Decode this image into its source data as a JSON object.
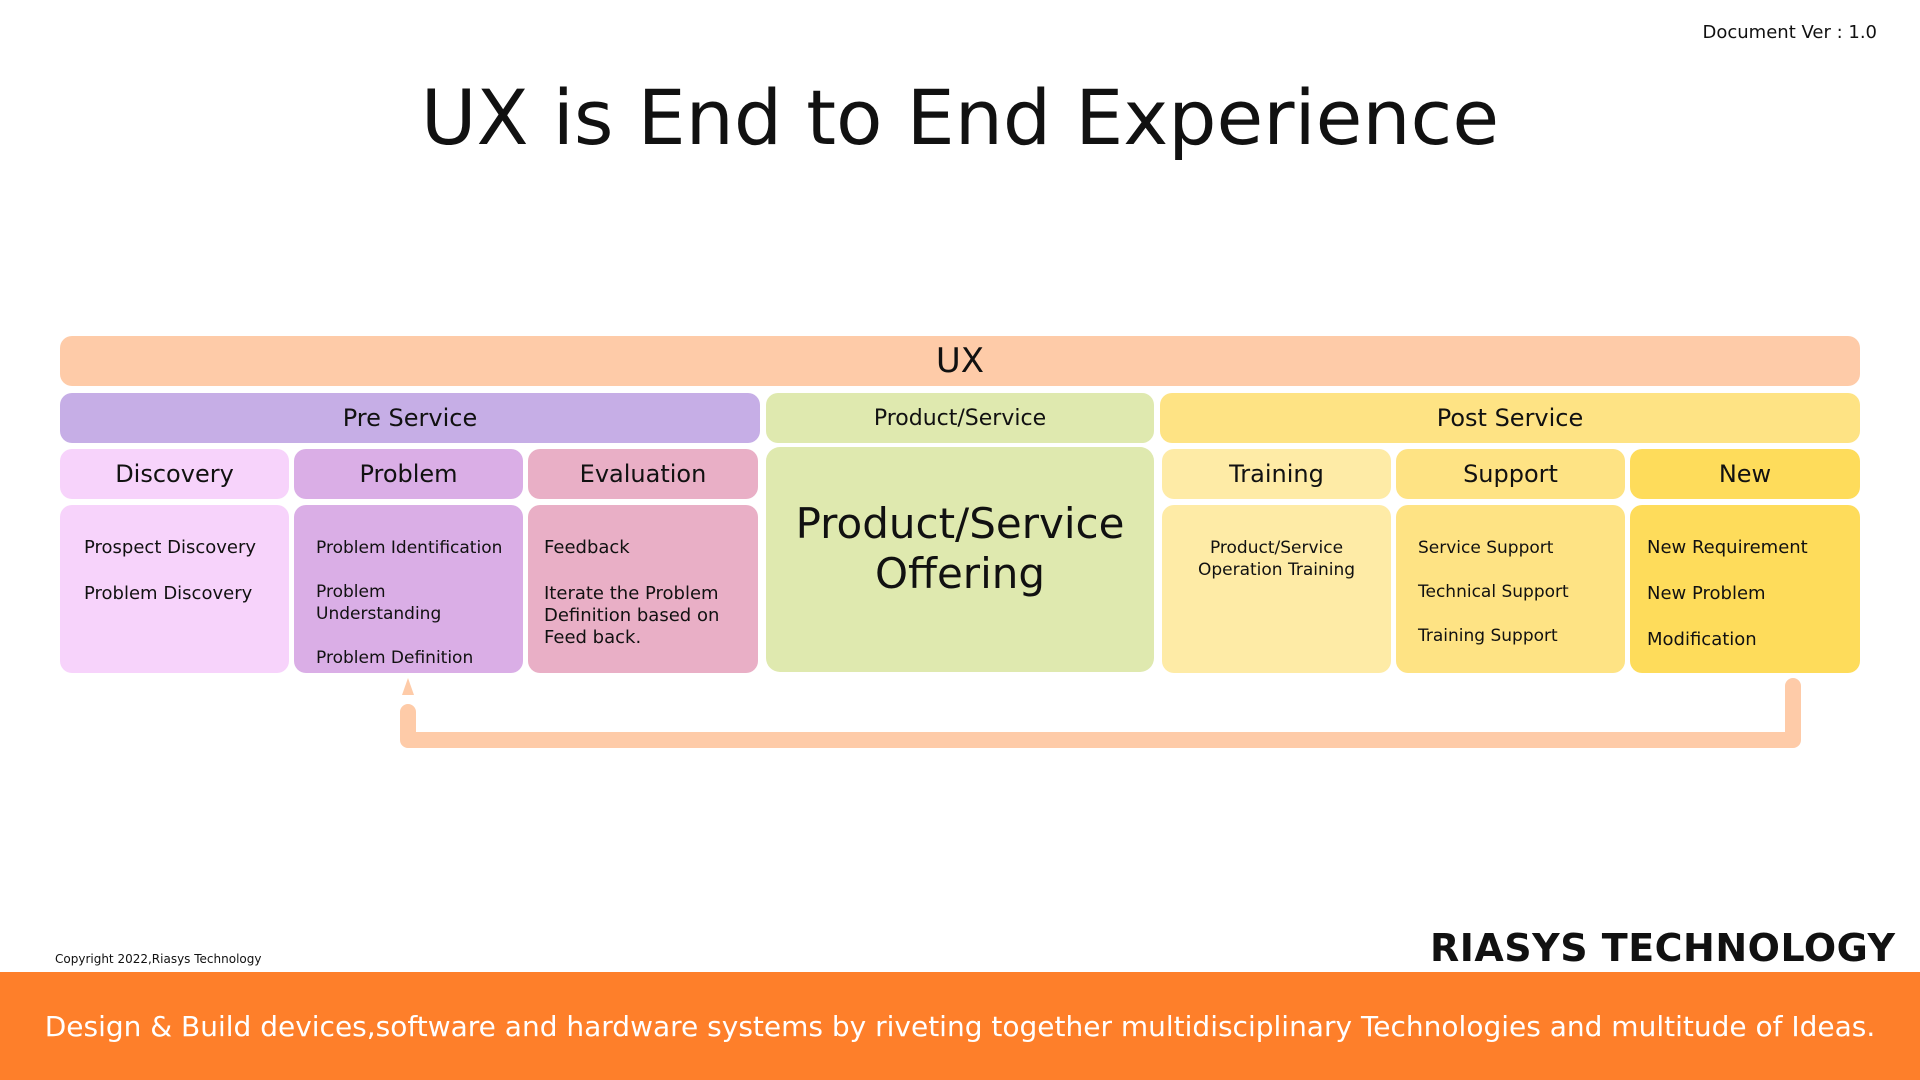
{
  "header": {
    "doc_version": "Document Ver : 1.0",
    "title": "UX is End to End Experience"
  },
  "diagram": {
    "top_bar": "UX",
    "phases": {
      "pre_service": "Pre Service",
      "product_service": "Product/Service",
      "post_service": "Post Service"
    },
    "stages": {
      "discovery": "Discovery",
      "problem": "Problem",
      "evaluation": "Evaluation",
      "training": "Training",
      "support": "Support",
      "new": "New"
    },
    "details": {
      "discovery": [
        "Prospect Discovery",
        "Problem Discovery"
      ],
      "problem": [
        "Problem Identification",
        "Problem Understanding",
        "Problem Definition"
      ],
      "evaluation": [
        "Feedback",
        "Iterate the Problem Definition based on Feed back."
      ],
      "training": [
        "Product/Service Operation Training"
      ],
      "support": [
        "Service Support",
        "Technical Support",
        "Training Support"
      ],
      "new": [
        "New Requirement",
        "New Problem",
        "Modification"
      ]
    },
    "product_offering": "Product/Service Offering",
    "colors": {
      "ux": "#FECBA8",
      "pre_service": "#C6AEE6",
      "discovery": "#F7D3FB",
      "problem": "#DAAEE6",
      "evaluation": "#E9AFC6",
      "product": "#DFE9AF",
      "post_service": "#FEE384",
      "training": "#FEEBA6",
      "support": "#FEE384",
      "new": "#FEDC5B",
      "footer": "#FE7F2A",
      "arrow": "#FECBA8"
    }
  },
  "footer": {
    "copyright": "Copyright 2022,Riasys Technology",
    "brand": "RIASYS TECHNOLOGY",
    "tagline": "Design & Build devices,software and hardware systems by riveting together multidisciplinary Technologies and multitude of Ideas."
  }
}
